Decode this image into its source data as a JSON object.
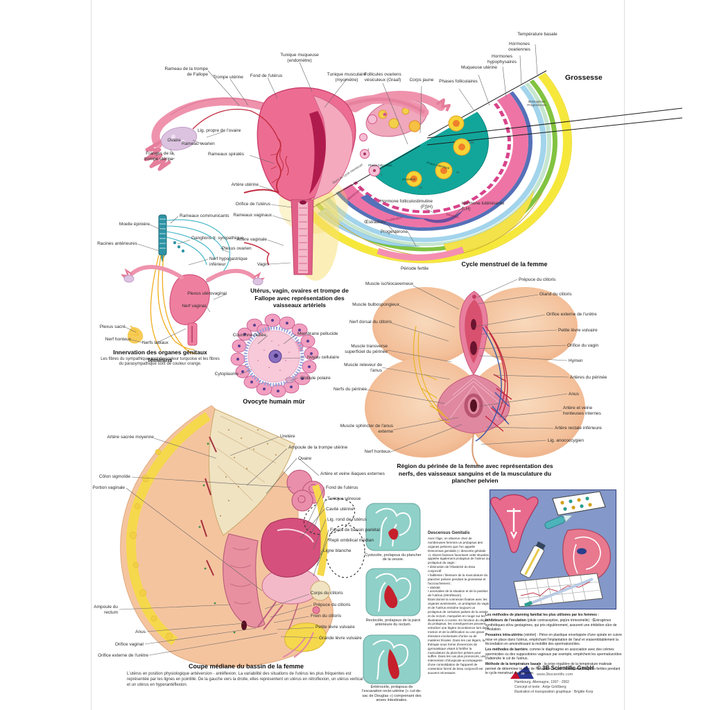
{
  "colors": {
    "pink_main": "#ed6d92",
    "pink_deep": "#c2185b",
    "teal_disc": "#12a69b",
    "teal_thumb": "#8fd0c8",
    "yellow_band": "#f6e83a",
    "green_band": "#82c341",
    "blue_band": "#5570b8",
    "purple_band": "#6b4fa0",
    "skyblue_band": "#a2d4ec",
    "pink_ring": "#ee74a6",
    "skin": "#f4c49f",
    "fat_yellow": "#f6d84c",
    "box_blue": "#8498c9",
    "nerve_orange": "#f0ad1f",
    "nerve_turquoise": "#3ab3c4",
    "artery_red": "#c12a3e"
  },
  "arterial": {
    "labels": [
      "Rameau de la trompe de Fallope",
      "Trompe utérine",
      "Fond de l'utérus",
      "Tunique muqueuse (endomètre)",
      "Tunique musculaire (myomètre)",
      "Lig. propre de l'ovaire",
      "Rameau ovarien",
      "Franges de la trompe utérine",
      "Ovaire",
      "Rameaux spiralés",
      "Artère utérine",
      "Orifice de l'utérus",
      "Rameaux vaginaux",
      "Artère vaginale",
      "Vagin"
    ],
    "title": "Utérus, vagin, ovaires et trompe de Fallope avec représentation des vaisseaux artériels"
  },
  "cycle": {
    "radial": [
      "Follicules ovariens vésiculeux (Graaf)",
      "Corps jaune",
      "Phases folliculaires",
      "Muqueuse utérine",
      "Hormones hypophysaires",
      "Hormones ovariennes",
      "Température basale"
    ],
    "grossesse": "Grossesse",
    "oestro": "Œstrogènes Progestérone",
    "fsh": "Hormone folliculostimuline (FSH)",
    "lh": "Hormone lutéinisante (LH)",
    "oestradiol": "Œstradiols",
    "progesterone": "Progestérone",
    "periode": "Période fertile",
    "caption": "Cycle menstruel de la femme",
    "inner": [
      "Phase folliculaire",
      "Ovulation",
      "Phase lutéinique"
    ],
    "ring": [
      "Menstruation",
      "Prolifération",
      "Sécrétion"
    ],
    "days": [
      "1",
      "7",
      "14",
      "21",
      "28"
    ],
    "axis": "Jours du cycle menstruel"
  },
  "innervation": {
    "labels": [
      "Moelle épinière",
      "Rameaux communicants",
      "Racines antérieures",
      "Ganglions tr. sympathique",
      "Plexus ovarien",
      "Nerf hypogastrique inférieur",
      "Plexus utérovaginal",
      "Nerf vaginal",
      "Plexus sacré",
      "Nerf honteux",
      "Nerfs labiaux"
    ],
    "title": "Innervation des organes génitaux féminins",
    "subtitle": "Les fibres du sympathique sont de couleur turquoise et les fibres du parasympathique sont de couleur orange."
  },
  "ovocyte": {
    "labels": [
      "Couronne radiée",
      "Membrane pellucide",
      "Noyau cellulaire",
      "Globule polaire",
      "Cytoplasme"
    ],
    "title": "Ovocyte humain mûr"
  },
  "perineum": {
    "left": [
      "Muscle ischiocaverneux",
      "Muscle bulbospongieux",
      "Nerf dorsal du clitoris",
      "Muscle transverse superficiel du périnée",
      "Muscle releveur de l'anus",
      "Nerfs du périnée",
      "Muscle sphincter de l'anus externe",
      "Nerf honteux"
    ],
    "right": [
      "Prépuce du clitoris",
      "Gland du clitoris",
      "Orifice externe de l'urètre",
      "Petite lèvre vulvaire",
      "Orifice du vagin",
      "Hymen",
      "Artères du périnée",
      "Anus",
      "Artère et veine honteuses internes",
      "Artère rectale inférieure",
      "Lig. anococcygien"
    ],
    "caption": "Région du périnée de la femme avec représentation des nerfs, des vaisseaux sanguins et de la musculature du plancher pelvien"
  },
  "pelvis": {
    "left": [
      "Artère sacrée moyenne",
      "Côlon sigmoïde",
      "Portion vaginale",
      "Ampoule du rectum",
      "Anus",
      "Orifice vaginal",
      "Orifice externe de l'urètre"
    ],
    "right": [
      "Uretère",
      "Ampoule de la trompe utérine",
      "Ovaire",
      "Artère et veine iliaques externes",
      "Fond de l'utérus",
      "Tunique séreuse",
      "Cavité utérine",
      "Lig. rond de l'utérus",
      "Fascia de bassin pariétal",
      "Repli ombilical médian",
      "Ligne blanche",
      "Corps du clitoris",
      "Prépuce du clitoris",
      "Frein du clitoris",
      "Petite lèvre vulvaire",
      "Grande lèvre vulvaire"
    ],
    "caption": "Coupe médiane du bassin de la femme",
    "note": "L'utérus en position physiologique antéversion - antéflexion. La variabilité des situations de l'utérus les plus fréquentes est représentée par les lignes en pointillé. De la gauche vers la droite, elles représentent un utérus en rétroflexion, un utérus vertical et un utérus en hyperantéflexion."
  },
  "descensus": {
    "heading": "Descensus Genitalis",
    "body": "Avec l'âge, on observe chez de nombreuses femmes un prolapsus des organes pelviens que l'on appelle Descensus genitalis (« descente génitale »). Divers facteurs favorisent cette situation appelée également prolapsus de l'utérus ou prolapsus du vagin :\n• diminution de l'élasticité du tissu conjonctif\n• faiblesse / blessure de la musculature du plancher pelvien pendant la grossesse et l'accouchement ;\n• obésité\n• anomalies de la situation et de la position de l'utérus (rétroflexion)\nÉtant donné la connexion fixative avec les organes avoisinants, un prolapsus du vagin et de l'utérus entraîne toujours un prolapsus de certaines parties de la vessie et du rectum, marquées en rouge sur les illustrations ci-contre. En fonction du degré du prolapsus, les conséquences peuvent entraîner une légère incontinence lors de la miction et de la défécation ou une grave émission involontaire d'urine ou de matières fécales. Dans les cas légers, la thérapie sous forme d'exercices de gymnastique visant à fortifier la musculature du plancher pelvien peut suffire. Dans les cas plus prononcés, une intervention chirurgicale accompagnée d'une consolidation de l'appareil de contention formé de tissu conjonctif est souvent nécessaire.",
    "captions": [
      "Cystocèle, prolapsus du plancher de la vessie.",
      "Rectocèle, prolapsus de la paroi antérieure du rectum.",
      "Entérocèle, prolapsus de l'excavation recto-utérine (« cul-de-sac de Douglas ») comprenant des anses intestinales."
    ]
  },
  "contraception": {
    "heading": "Les méthodes de planning familial les plus utilisées par les femmes :",
    "items": [
      {
        "lead": "Inhibiteurs de l'ovulation",
        "text": " (pilule contraceptive, piqûre trimestrielle) : Œstrogènes synthétiques et/ou gestagènes, qui pris régulièrement, assurent une inhibition sûre de l'ovulation."
      },
      {
        "lead": "Pessaires intra-utérins",
        "text": " (stérilet) : Pièce en plastique enveloppée d'une spirale en cuivre mise en place dans l'utérus, empêchant l'implantation de l'œuf et vraisemblablement la fécondation en amoindrissant la mobilité des spermatozoïdes."
      },
      {
        "lead": "Les méthodes de barrière",
        "text": ", comme le diaphragme en association avec des crèmes spermicides ou des suppositoires vaginaux par exemple, empêchent les spermatozoïdes d'atteindre le col de l'utérus."
      },
      {
        "lead": "Méthode de la température basale",
        "text": " : la prise régulière de la température matinale permet de déterminer la date de l'ovulation, et par conséquent, les jours fertiles pendant le cycle menstruel de la femme."
      }
    ]
  },
  "footer": {
    "logo_text": "3B",
    "copyright": "© 3B Scientific GmbH",
    "website": "www.3bscientific.com",
    "address": "Hambourg, Allemagne, 1997 - 2002",
    "credit1": "Concept et texte : Antje Größberg",
    "credit2": "Illustration et transposition graphique : Brigitte Korp"
  }
}
